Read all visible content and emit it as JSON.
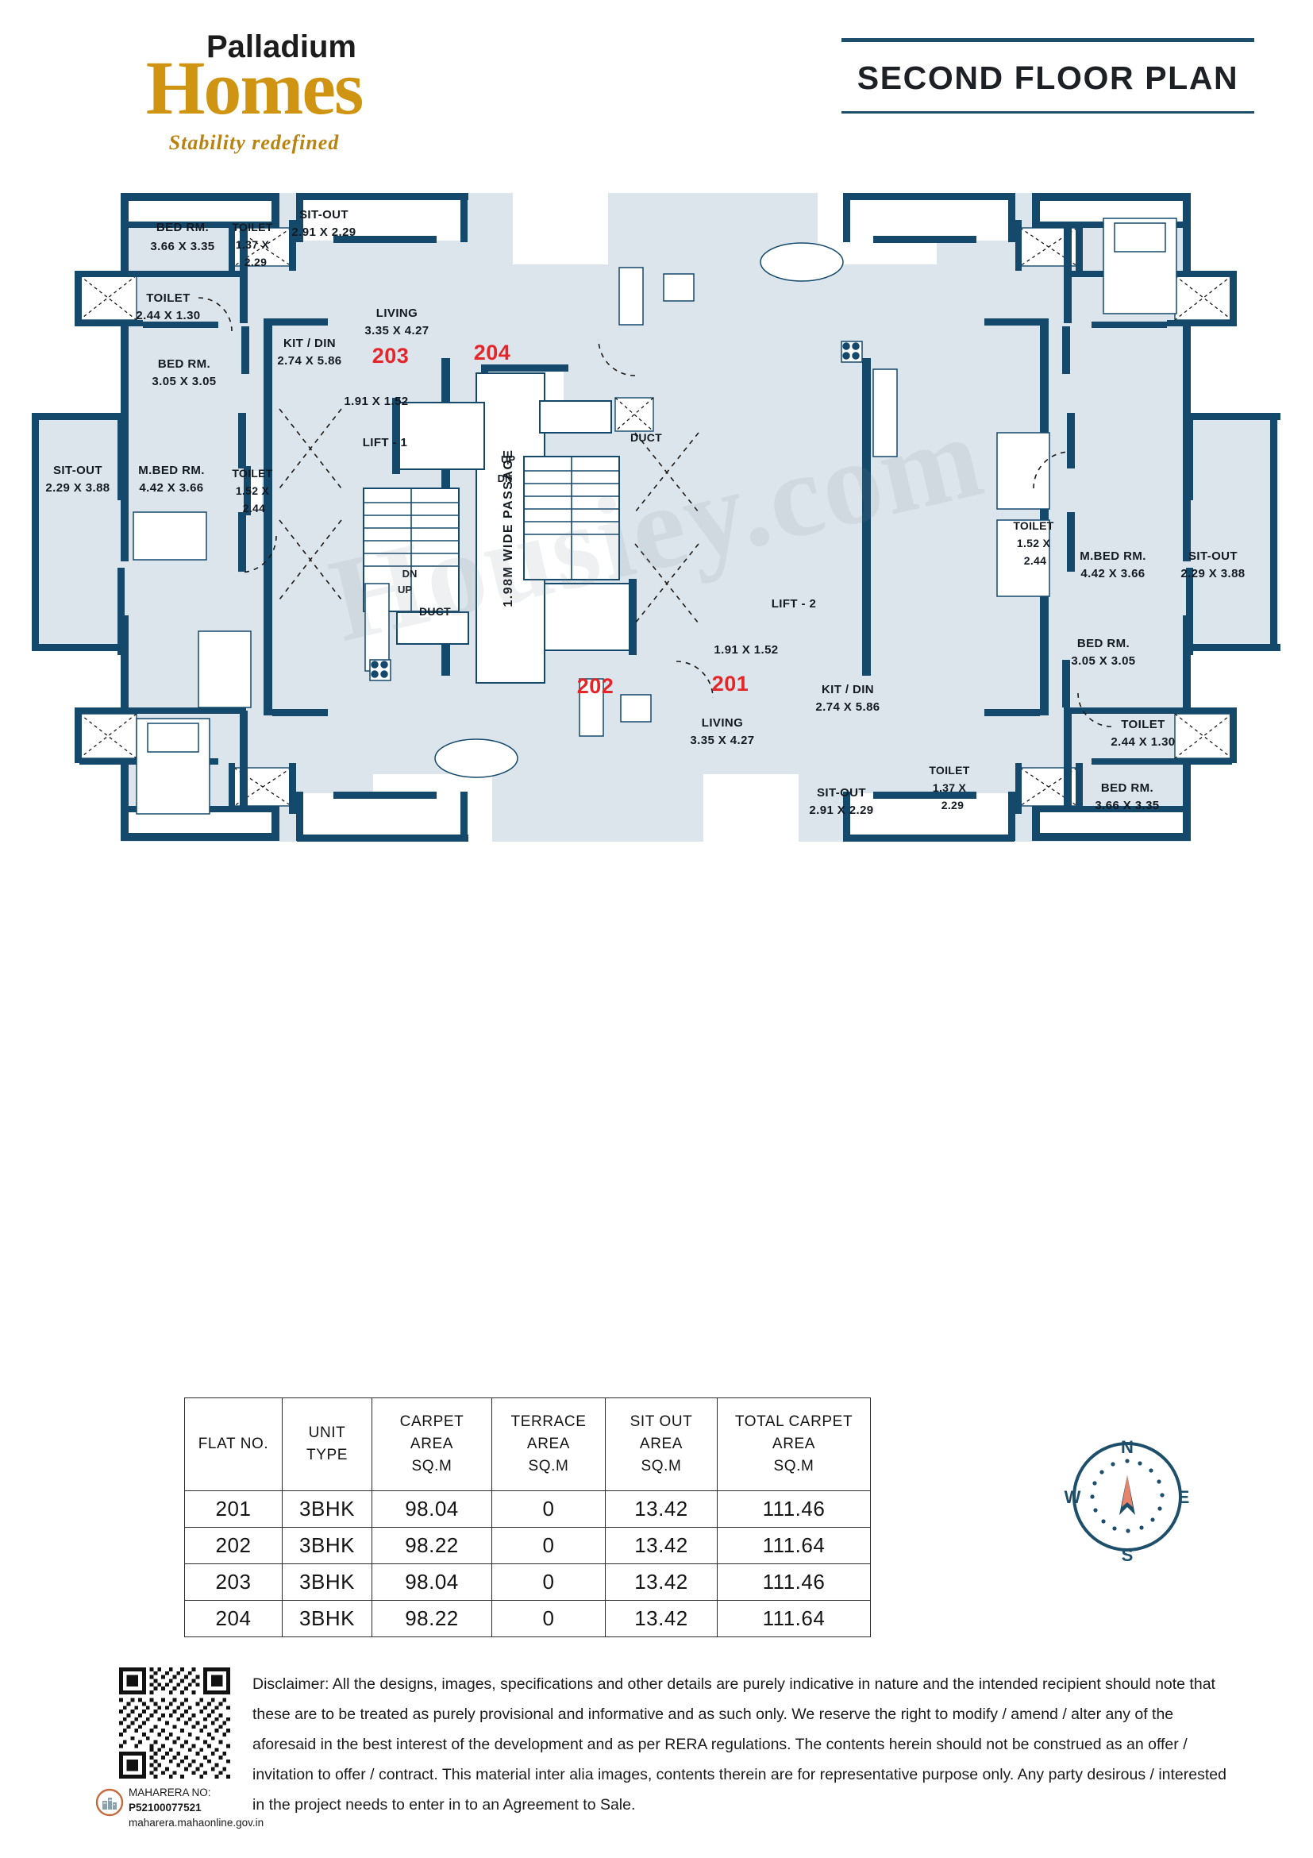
{
  "brand": {
    "name_top": "Palladium",
    "name_main": "Homes",
    "tagline": "Stability redefined"
  },
  "header": {
    "plan_title": "SECOND FLOOR PLAN",
    "rule_color": "#1d4e6a"
  },
  "watermark": {
    "text": "Housiey.com"
  },
  "plan": {
    "flat_numbers": [
      "201",
      "202",
      "203",
      "204"
    ],
    "flat_number_color": "#e3262a",
    "wall_color": "#14496b",
    "room_fill": "#dde5ec",
    "passage_label": "1.98M WIDE PASSAGE",
    "lifts": [
      "LIFT - 1",
      "LIFT - 2"
    ],
    "ducts": [
      "DUCT",
      "DUCT"
    ],
    "stair_markers": [
      "UP",
      "DN",
      "UP",
      "DN"
    ],
    "rooms": {
      "unit_203": [
        {
          "name": "BED RM.",
          "dim": "3.66 X 3.35"
        },
        {
          "name": "TOILET",
          "dim": "1.37 X 2.29"
        },
        {
          "name": "SIT-OUT",
          "dim": "2.91 X 2.29"
        },
        {
          "name": "TOILET",
          "dim": "2.44 X 1.30"
        },
        {
          "name": "BED RM.",
          "dim": "3.05 X 3.05"
        },
        {
          "name": "LIVING",
          "dim": "3.35 X 4.27"
        },
        {
          "name": "KIT / DIN",
          "dim": "2.74 X 5.86"
        },
        {
          "name": "M.BED RM.",
          "dim": "4.42 X 3.66"
        },
        {
          "name": "TOILET",
          "dim": "1.52 X 2.44"
        },
        {
          "name": "SIT-OUT",
          "dim": "2.29 X 3.88"
        },
        {
          "name": "",
          "dim": "1.91 X 1.52"
        }
      ],
      "unit_201": [
        {
          "name": "BED RM.",
          "dim": "3.66 X 3.35"
        },
        {
          "name": "TOILET",
          "dim": "1.37 X 2.29"
        },
        {
          "name": "SIT-OUT",
          "dim": "2.91 X 2.29"
        },
        {
          "name": "TOILET",
          "dim": "2.44 X 1.30"
        },
        {
          "name": "BED RM.",
          "dim": "3.05 X 3.05"
        },
        {
          "name": "LIVING",
          "dim": "3.35 X 4.27"
        },
        {
          "name": "KIT / DIN",
          "dim": "2.74 X 5.86"
        },
        {
          "name": "M.BED RM.",
          "dim": "4.42 X 3.66"
        },
        {
          "name": "TOILET",
          "dim": "1.52 X 2.44"
        },
        {
          "name": "SIT-OUT",
          "dim": "2.29 X 3.88"
        },
        {
          "name": "",
          "dim": "1.91 X 1.52"
        }
      ]
    },
    "labels": {
      "bed_rm": "BED RM.",
      "m_bed_rm": "M.BED RM.",
      "toilet": "TOILET",
      "sit_out": "SIT-OUT",
      "living": "LIVING",
      "kit_din": "KIT / DIN",
      "duct": "DUCT",
      "up": "UP",
      "dn": "DN",
      "bed_366": "3.66 X 3.35",
      "bed_305": "3.05 X 3.05",
      "mbed_442": "4.42 X 3.66",
      "toilet_137": "1.37 X",
      "toilet_137b": "2.29",
      "toilet_244": "2.44 X 1.30",
      "toilet_152": "1.52 X",
      "toilet_152b": "2.44",
      "sitout_291": "2.91 X 2.29",
      "sitout_229": "2.29 X 3.88",
      "living_335": "3.35 X 4.27",
      "kit_274": "2.74 X 5.86",
      "wc_191": "1.91 X 1.52"
    }
  },
  "table": {
    "headers": [
      "FLAT NO.",
      "UNIT\nTYPE",
      "CARPET\nAREA\nSQ.M",
      "TERRACE\nAREA\nSQ.M",
      "SIT OUT\nAREA\nSQ.M",
      "TOTAL CARPET\nAREA\nSQ.M"
    ],
    "headers_split": {
      "flat_no": "FLAT NO.",
      "unit_type_1": "UNIT",
      "unit_type_2": "TYPE",
      "carpet_1": "CARPET",
      "carpet_2": "AREA",
      "carpet_3": "SQ.M",
      "terrace_1": "TERRACE",
      "terrace_2": "AREA",
      "terrace_3": "SQ.M",
      "sitout_1": "SIT OUT",
      "sitout_2": "AREA",
      "sitout_3": "SQ.M",
      "total_1": "TOTAL CARPET",
      "total_2": "AREA",
      "total_3": "SQ.M"
    },
    "rows": [
      {
        "flat_no": "201",
        "unit_type": "3BHK",
        "carpet_area": "98.04",
        "terrace_area": "0",
        "sit_out_area": "13.42",
        "total_carpet_area": "111.46"
      },
      {
        "flat_no": "202",
        "unit_type": "3BHK",
        "carpet_area": "98.22",
        "terrace_area": "0",
        "sit_out_area": "13.42",
        "total_carpet_area": "111.64"
      },
      {
        "flat_no": "203",
        "unit_type": "3BHK",
        "carpet_area": "98.04",
        "terrace_area": "0",
        "sit_out_area": "13.42",
        "total_carpet_area": "111.46"
      },
      {
        "flat_no": "204",
        "unit_type": "3BHK",
        "carpet_area": "98.22",
        "terrace_area": "0",
        "sit_out_area": "13.42",
        "total_carpet_area": "111.64"
      }
    ]
  },
  "compass": {
    "north": "N",
    "south": "S",
    "east": "E",
    "west": "W",
    "needle_color": "#e8836b",
    "ring_color": "#1d4e6a"
  },
  "footer": {
    "rera_label": "MAHARERA NO:",
    "rera_number": "P52100077521",
    "rera_site": "maharera.mahaonline.gov.in",
    "disclaimer": "Disclaimer: All the designs, images, specifications and other details are purely indicative in nature and the intended recipient should note that these are to be treated as purely provisional and informative and as such only. We reserve the right to modify / amend / alter any of the aforesaid in the best interest of the development and as per RERA regulations. The contents herein should not be construed as an offer / invitation to offer / contract. This material inter alia images, contents therein are for representative purpose only. Any party desirous / interested in the project needs to enter in to an Agreement to Sale."
  }
}
